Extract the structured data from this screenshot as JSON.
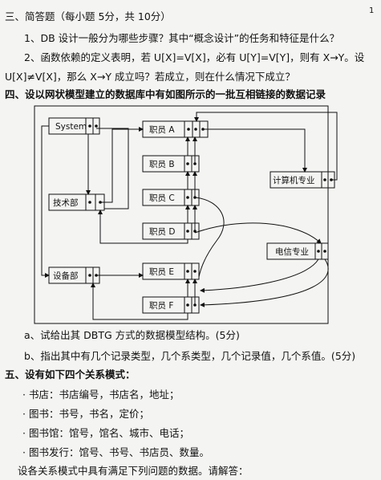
{
  "page_num": "1",
  "sec3": {
    "title": "三、简答题（每小题 5分，共 10分）",
    "q1": "1、DB 设计一般分为哪些步骤？其中“概念设计”的任务和特征是什么？",
    "q2a": "2、函数依赖的定义表明，若 U[X]=V[X]，必有 U[Y]=V[Y]，则有 X→Y。设",
    "q2b": "U[X]≠V[X]，那么 X→Y 成立吗？若成立，则在什么情况下成立？"
  },
  "sec4": {
    "title": "四、设以网状模型建立的数据库中有如图所示的一批互相链接的数据记录",
    "diagram": {
      "boxes": {
        "system": "System",
        "jsb": "技术部",
        "sbb": "设备部",
        "a": "职员 A",
        "b": "职员 B",
        "c": "职员 C",
        "d": "职员 D",
        "e": "职员 E",
        "f": "职员 F",
        "jsj": "计算机专业",
        "dx": "电信专业"
      }
    },
    "qa": "a、试给出其 DBTG 方式的数据模型结构。(5分)",
    "qb": "b、指出其中有几个记录类型，几个系类型，几个记录值，几个系值。(5分)"
  },
  "sec5": {
    "title": "五、设有如下四个关系模式：",
    "items": [
      "· 书店：书店编号，书店名，地址；",
      "· 图书：书号，书名，定价；",
      "· 图书馆：馆号，馆名、城市、电话；",
      "· 图书发行：馆号、书号、书店员、数量。"
    ],
    "last": "设各关系模式中具有满足下列问题的数据。请解答："
  }
}
